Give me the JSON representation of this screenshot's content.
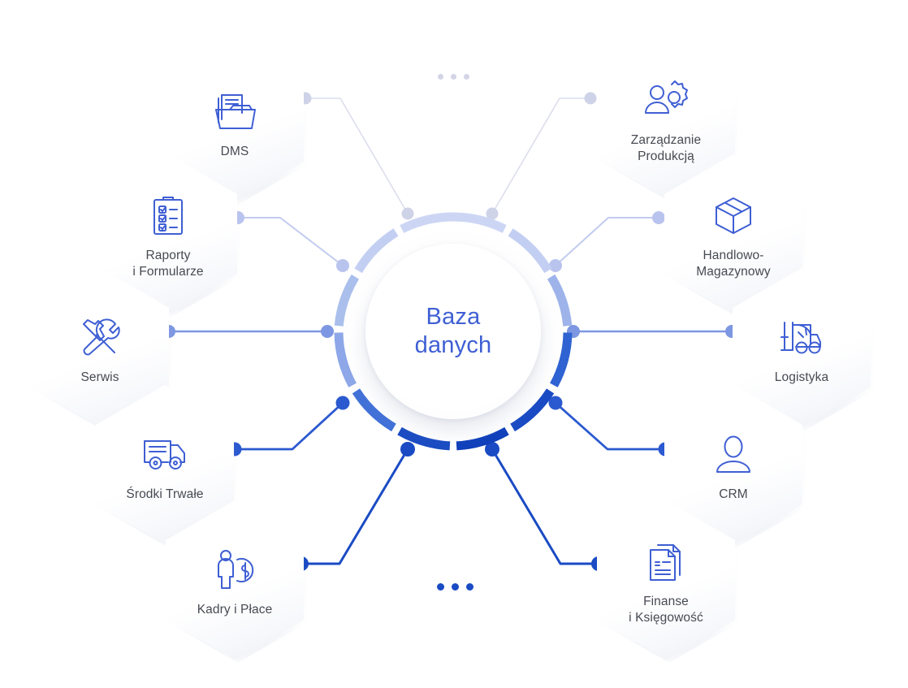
{
  "center": {
    "title": "Baza\ndanych",
    "text_color": "#3f5fd4"
  },
  "ellipsis": {
    "top": "•••",
    "bottom": "•••",
    "top_color": "#d3d5e6",
    "bottom_color": "#1a4bc4"
  },
  "palette": {
    "icon_blue": "#3f5fd4",
    "label_gray": "#474a52",
    "wire_pale": "#dcdeed",
    "wire_light": "#b9c4ee",
    "wire_mid": "#7e97e2",
    "wire_strong": "#2b59cf",
    "wire_deep": "#1a4bc4",
    "hex_face": "#ffffff"
  },
  "ring": {
    "segments": 10,
    "colors": [
      "#ccd6f4",
      "#ccd6f4",
      "#b3c4ef",
      "#9db3ea",
      "#8fa8e7",
      "#7e9ae4",
      "#3d6cd6",
      "#2259cd",
      "#1549c2",
      "#1040bb"
    ]
  },
  "modules": [
    {
      "id": "dms",
      "label": "DMS",
      "icon": "folder-documents-icon",
      "wire": "pale"
    },
    {
      "id": "produkcja",
      "label": "Zarządzanie\nProdukcją",
      "icon": "person-gear-icon",
      "wire": "pale"
    },
    {
      "id": "raporty",
      "label": "Raporty\ni Formularze",
      "icon": "clipboard-checklist-icon",
      "wire": "light"
    },
    {
      "id": "handlowo",
      "label": "Handlowo-\nMagazynowy",
      "icon": "box-3d-icon",
      "wire": "light"
    },
    {
      "id": "serwis",
      "label": "Serwis",
      "icon": "hammer-wrench-icon",
      "wire": "mid"
    },
    {
      "id": "logistyka",
      "label": "Logistyka",
      "icon": "forklift-icon",
      "wire": "mid"
    },
    {
      "id": "srodki",
      "label": "Środki Trwałe",
      "icon": "truck-icon",
      "wire": "strong"
    },
    {
      "id": "crm",
      "label": "CRM",
      "icon": "user-icon",
      "wire": "strong"
    },
    {
      "id": "kadry",
      "label": "Kadry i Płace",
      "icon": "person-money-icon",
      "wire": "deep"
    },
    {
      "id": "finanse",
      "label": "Finanse\ni Księgowość",
      "icon": "documents-icon",
      "wire": "deep"
    }
  ]
}
